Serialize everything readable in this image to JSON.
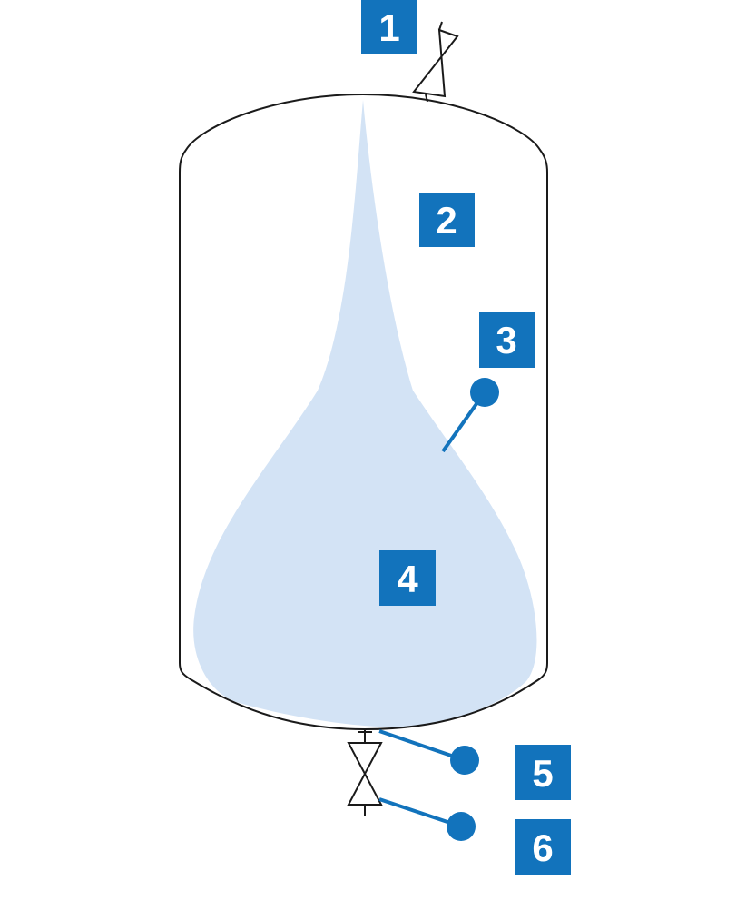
{
  "diagram": {
    "colors": {
      "outline": "#1a1a1a",
      "fluid_fill": "#d3e3f5",
      "accent": "#1273bc",
      "badge_text": "#ffffff"
    },
    "labels": [
      {
        "id": "1",
        "text": "1",
        "refers_to": "top-valve"
      },
      {
        "id": "2",
        "text": "2",
        "refers_to": "upper-space"
      },
      {
        "id": "3",
        "text": "3",
        "refers_to": "fluid-boundary"
      },
      {
        "id": "4",
        "text": "4",
        "refers_to": "fluid-body"
      },
      {
        "id": "5",
        "text": "5",
        "refers_to": "bottom-outlet"
      },
      {
        "id": "6",
        "text": "6",
        "refers_to": "bottom-valve"
      }
    ],
    "icons": [
      "valve-icon",
      "callout-dot-icon"
    ]
  }
}
